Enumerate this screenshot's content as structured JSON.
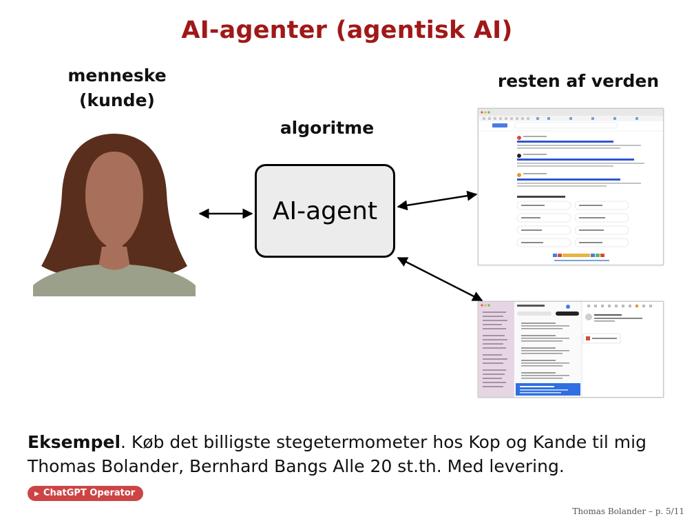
{
  "title": "AI-agenter (agentisk AI)",
  "labels": {
    "human_line1": "menneske",
    "human_line2": "(kunde)",
    "world": "resten af verden",
    "algorithm": "algoritme",
    "agent": "AI-agent"
  },
  "example": {
    "strong": "Eksempel",
    "text": ". Køb det billigste stegetermometer hos Kop og Kande til mig Thomas Bolander, Bernhard Bangs Alle 20 st.th. Med levering."
  },
  "link": {
    "label": "ChatGPT Operator",
    "icon": "triangle-right-icon"
  },
  "footer": "Thomas Bolander – p. 5/11",
  "colors": {
    "title": "#a01818",
    "link_bg": "#cc4545",
    "hair": "#5a2e1c",
    "skin": "#a8705a",
    "shirt": "#9aa08a",
    "box_fill": "#ececec"
  }
}
